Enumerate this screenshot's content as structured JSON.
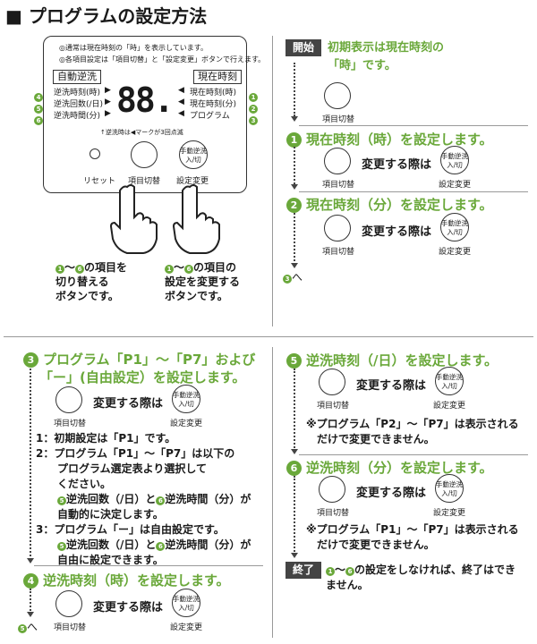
{
  "title": "■ プログラムの設定方法",
  "panel": {
    "note1": "◎通常は現在時刻の「時」を表示しています。",
    "note2": "◎各項目設定は「項目切替」と「設定変更」ボタンで行えます。",
    "auto_wash": "自動逆洗",
    "current_time": "現在時刻",
    "left_items": [
      "逆洗時刻(時)",
      "逆洗回数(/日)",
      "逆洗時間(分)"
    ],
    "left_nums": [
      "4",
      "5",
      "6"
    ],
    "right_items": [
      "現在時刻(時)",
      "現在時刻(分)",
      "プログラム"
    ],
    "right_nums": [
      "1",
      "2",
      "3"
    ],
    "display": "88.",
    "indicator_note": "↑逆洗時は◀マークが3回点滅",
    "reset_label": "リセット",
    "item_switch_label": "項目切替",
    "settings_change_label": "設定変更",
    "manual_btn": "手動逆洗\n入/切"
  },
  "hand_captions": {
    "left": [
      "～",
      "の項目を",
      "切り替える",
      "ボタンです。"
    ],
    "right": [
      "～",
      "の項目の",
      "設定を変更する",
      "ボタンです。"
    ],
    "nums": [
      "1",
      "6"
    ]
  },
  "flow": {
    "start_label": "開始",
    "start_text": [
      "初期表示は現在時刻の",
      "「時」です。"
    ],
    "item_switch": "項目切替",
    "settings_change": "設定変更",
    "manual_btn": "手動逆洗\n入/切",
    "change_text": "変更する際は",
    "step1": {
      "num": "1",
      "text": "現在時刻（時）を設定します。"
    },
    "step2": {
      "num": "2",
      "text": "現在時刻（分）を設定します。"
    },
    "goto3": {
      "num": "3",
      "text": "へ"
    }
  },
  "step3": {
    "num": "3",
    "title": [
      "プログラム「P1」～「P7」および",
      "「ー」(自由設定）を設定します。"
    ],
    "list": [
      "1：初期設定は「P1」です。",
      "2：プログラム「P1」～「P7」は以下の",
      "プログラム選定表より選択して",
      "ください。",
      "逆洗回数（/日）と",
      "逆洗時間（分）が",
      "自動的に決定します。",
      "3：プログラム「ー」は自由設定です。",
      "逆洗回数（/日）と",
      "逆洗時間（分）が",
      "自由に設定できます。"
    ],
    "nums": [
      "5",
      "6"
    ]
  },
  "step4": {
    "num": "4",
    "text": "逆洗時刻（時）を設定します。"
  },
  "goto5": {
    "num": "5",
    "text": "へ"
  },
  "step5": {
    "num": "5",
    "text": "逆洗時刻（/日）を設定します。",
    "note": [
      "※プログラム「P2」～「P7」は表示される",
      "だけで変更できません。"
    ]
  },
  "step6": {
    "num": "6",
    "text": "逆洗時刻（分）を設定します。",
    "note": [
      "※プログラム「P1」～「P7」は表示される",
      "だけで変更できません。"
    ]
  },
  "end": {
    "label": "終了",
    "nums": [
      "1",
      "6"
    ],
    "text": [
      "～",
      "の設定をしなければ、終了はでき",
      "ません。"
    ]
  }
}
